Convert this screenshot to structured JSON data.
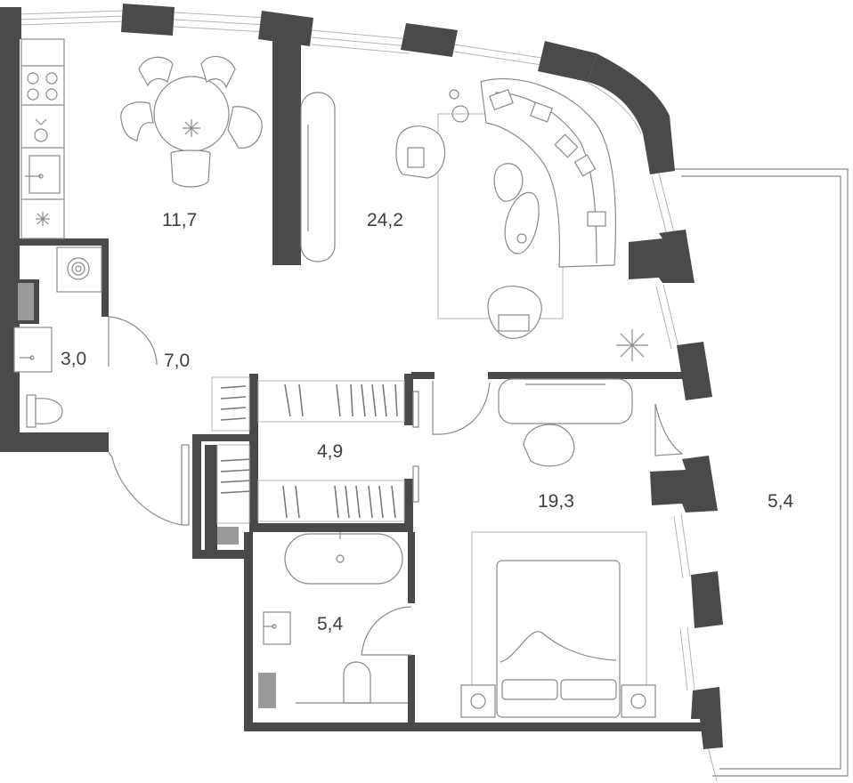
{
  "plan": {
    "rooms": [
      {
        "id": "kitchen",
        "area": "11,7"
      },
      {
        "id": "living",
        "area": "24,2"
      },
      {
        "id": "wc",
        "area": "3,0"
      },
      {
        "id": "hall",
        "area": "7,0"
      },
      {
        "id": "wardrobe",
        "area": "4,9"
      },
      {
        "id": "bedroom",
        "area": "19,3"
      },
      {
        "id": "balcony",
        "area": "5,4"
      },
      {
        "id": "bathroom",
        "area": "5,4"
      }
    ],
    "colors": {
      "wall": "#4a4a4a",
      "fixture_fill": "#9a9a9a",
      "furniture_line": "#8a8a8a",
      "label": "#3f3f3f"
    },
    "icons": [
      "stove-icon",
      "sink-icon",
      "fridge-icon",
      "washing-machine-icon",
      "toilet-icon",
      "bathtub-icon",
      "bed-icon",
      "plant-icon",
      "dining-table-icon",
      "sofa-icon"
    ]
  }
}
